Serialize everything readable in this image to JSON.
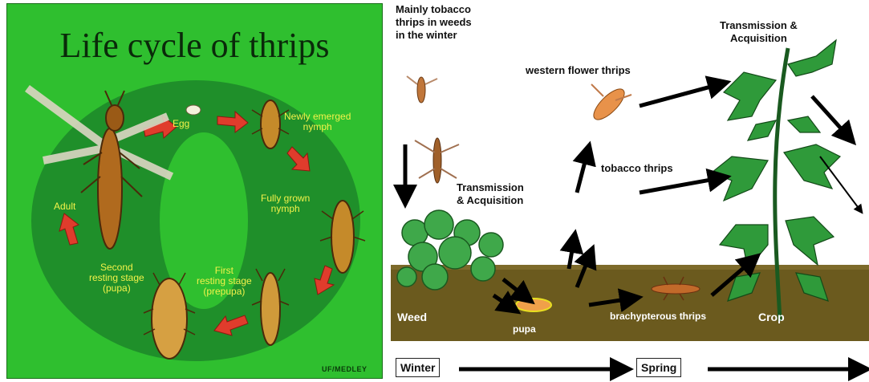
{
  "left_panel": {
    "title": "Life cycle of thrips",
    "stages": {
      "egg": "Egg",
      "newly_emerged_nymph": "Newly emerged\nnymph",
      "fully_grown_nymph": "Fully grown\nnymph",
      "first_resting_stage": "First\nresting stage\n(prepupa)",
      "second_resting_stage": "Second\nresting stage\n(pupa)",
      "adult": "Adult"
    },
    "credit": "UF/MEDLEY"
  },
  "right_panel": {
    "labels": {
      "winter_note": "Mainly tobacco\nthrips in weeds\nin the winter",
      "western_flower_thrips": "western flower thrips",
      "transmission_top": "Transmission &\nAcquisition",
      "transmission_left": "Transmission\n& Acquisition",
      "tobacco_thrips": "tobacco thrips",
      "weed": "Weed",
      "pupa": "pupa",
      "brachypterous_thrips": "brachypterous thrips",
      "crop": "Crop"
    },
    "seasons": {
      "winter": "Winter",
      "spring": "Spring"
    }
  },
  "colors": {
    "left_background": "#2fbf2f",
    "ring": "#1f8f2a",
    "arrow_red": "#e03c2c",
    "stage_label": "#f2f24a",
    "soil": "#6b5a1e",
    "plant_green": "#2f9a3a"
  }
}
